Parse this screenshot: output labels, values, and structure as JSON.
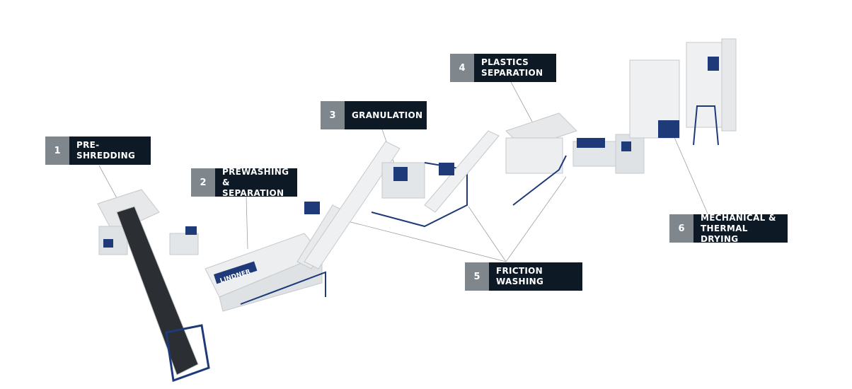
{
  "colors": {
    "number_box": "#7f878d",
    "label_box": "#0d1a26",
    "machine_accent": "#1f3a78",
    "leader_line": "#9aa0a5"
  },
  "brand_on_machine": "LINDNER",
  "steps": [
    {
      "number": "1",
      "label": "PRE-\nSHREDDING"
    },
    {
      "number": "2",
      "label": "PREWASHING\n& SEPARATION"
    },
    {
      "number": "3",
      "label": "GRANULATION"
    },
    {
      "number": "4",
      "label": "PLASTICS\nSEPARATION"
    },
    {
      "number": "5",
      "label": "FRICTION\nWASHING"
    },
    {
      "number": "6",
      "label": "MECHANICAL &\nTHERMAL DRYING"
    }
  ]
}
